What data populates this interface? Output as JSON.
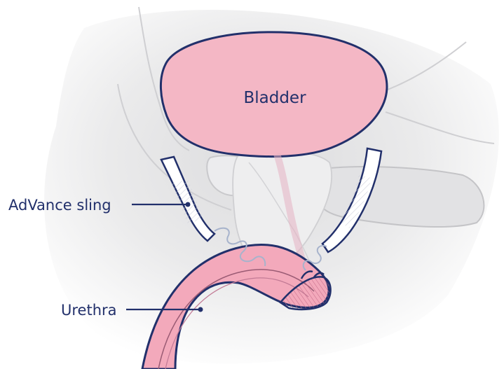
{
  "diagram": {
    "labels": {
      "bladder": "Bladder",
      "sling": "AdVance sling",
      "urethra": "Urethra"
    }
  },
  "colors": {
    "outline_dark": "#22306b",
    "bladder_fill": "#f4b7c5",
    "urethra_fill": "#f3a9bb",
    "body_gray": "#e9e9ea",
    "body_gray_dark": "#d6d6d8",
    "tissue_outline": "#c9c9cc",
    "background": "#ffffff"
  }
}
